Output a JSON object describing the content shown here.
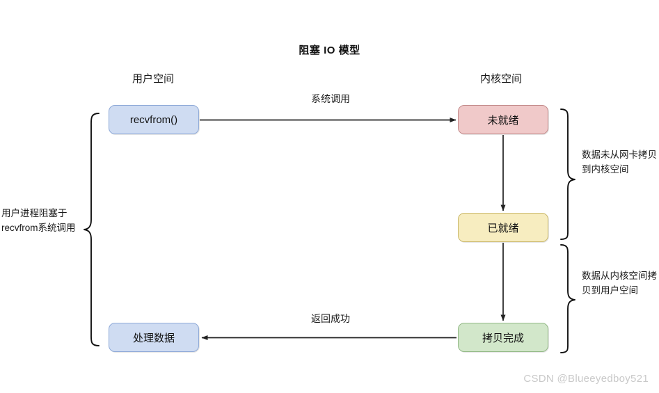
{
  "title": "阻塞 IO 模型",
  "columns": {
    "user_space": "用户空间",
    "kernel_space": "内核空间"
  },
  "nodes": {
    "recvfrom": "recvfrom()",
    "process_data": "处理数据",
    "not_ready": "未就绪",
    "ready": "已就绪",
    "copy_done": "拷贝完成"
  },
  "edges": {
    "syscall_label": "系统调用",
    "return_label": "返回成功"
  },
  "annotations": {
    "left": "用户进程阻塞于recvfrom系统调用",
    "upper_right": "数据未从网卡拷贝到内核空间",
    "lower_right": "数据从内核空间拷贝到用户空间"
  },
  "watermark": "CSDN @Blueeyedboy521",
  "colors": {
    "node_blue_fill": "#cfdcf2",
    "node_blue_border": "#8faad8",
    "node_red_fill": "#f0c9c9",
    "node_red_border": "#c38b8b",
    "node_yellow_fill": "#f7edc0",
    "node_yellow_border": "#cbb96c",
    "node_green_fill": "#d2e7ca",
    "node_green_border": "#93b987",
    "edge_stroke": "#222222",
    "brace_stroke": "#111111",
    "watermark": "#c9c9c9",
    "background": "#ffffff"
  }
}
